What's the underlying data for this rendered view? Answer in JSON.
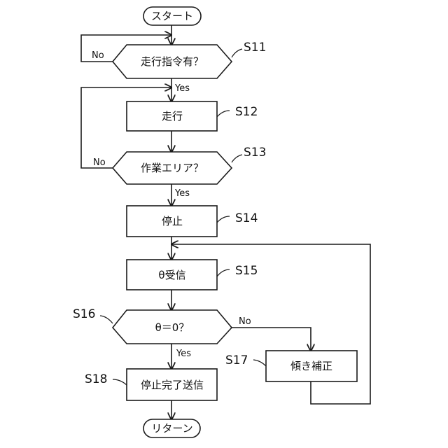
{
  "nodes": {
    "start": "スタート",
    "s11": "走行指令有？",
    "s12": "走行",
    "s13": "作業エリア？",
    "s14": "停止",
    "s15": "θ受信",
    "s16": "θ＝0？",
    "s17": "傾き補正",
    "s18": "停止完了送信",
    "end": "リターン"
  },
  "steps": {
    "s11": "S11",
    "s12": "S12",
    "s13": "S13",
    "s14": "S14",
    "s15": "S15",
    "s16": "S16",
    "s17": "S17",
    "s18": "S18"
  },
  "branches": {
    "s11_no": "No",
    "s11_yes": "Yes",
    "s13_no": "No",
    "s13_yes": "Yes",
    "s16_no": "No",
    "s16_yes": "Yes"
  }
}
